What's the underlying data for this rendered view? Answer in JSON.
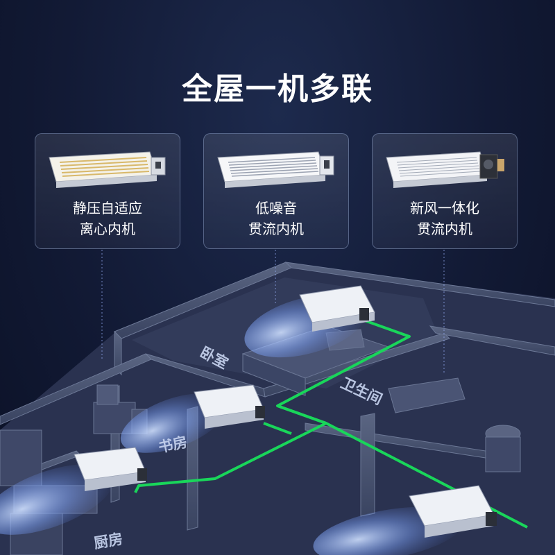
{
  "title": "全屋一机多联",
  "cards": [
    {
      "line1": "静压自适应",
      "line2": "离心内机",
      "icon": "ducted-unit-icon"
    },
    {
      "line1": "低噪音",
      "line2": "贯流内机",
      "icon": "ducted-unit-icon"
    },
    {
      "line1": "新风一体化",
      "line2": "贯流内机",
      "icon": "ducted-unit-icon"
    }
  ],
  "rooms": {
    "bedroom": "卧室",
    "bathroom": "卫生间",
    "study": "书房",
    "kitchen": "厨房"
  },
  "colors": {
    "pipe": "#19d65a",
    "airflow": "#8fb4ff",
    "background": "#121a35"
  }
}
